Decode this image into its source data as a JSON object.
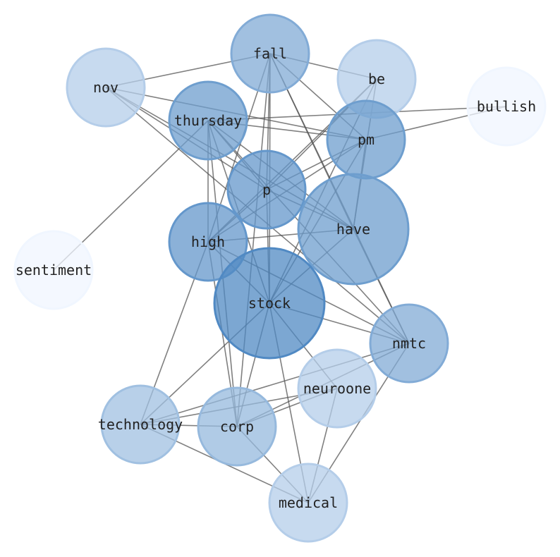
{
  "chart_data": {
    "type": "network",
    "title": "",
    "nodes": [
      {
        "id": "fall",
        "label": "fall",
        "weight": 0.55
      },
      {
        "id": "be",
        "label": "be",
        "weight": 0.3
      },
      {
        "id": "nov",
        "label": "nov",
        "weight": 0.3
      },
      {
        "id": "bullish",
        "label": "bullish",
        "weight": 0.0
      },
      {
        "id": "thursday",
        "label": "thursday",
        "weight": 0.65
      },
      {
        "id": "pm",
        "label": "pm",
        "weight": 0.65
      },
      {
        "id": "p",
        "label": "p",
        "weight": 0.7
      },
      {
        "id": "have",
        "label": "have",
        "weight": 0.65
      },
      {
        "id": "high",
        "label": "high",
        "weight": 0.7
      },
      {
        "id": "sentiment",
        "label": "sentiment",
        "weight": 0.0
      },
      {
        "id": "stock",
        "label": "stock",
        "weight": 0.8
      },
      {
        "id": "nmtc",
        "label": "nmtc",
        "weight": 0.55
      },
      {
        "id": "neuroone",
        "label": "neuroone",
        "weight": 0.3
      },
      {
        "id": "technology",
        "label": "technology",
        "weight": 0.4
      },
      {
        "id": "corp",
        "label": "corp",
        "weight": 0.45
      },
      {
        "id": "medical",
        "label": "medical",
        "weight": 0.3
      }
    ],
    "edges": [
      [
        "fall",
        "nov"
      ],
      [
        "fall",
        "be"
      ],
      [
        "fall",
        "high"
      ],
      [
        "fall",
        "corp"
      ],
      [
        "fall",
        "stock"
      ],
      [
        "fall",
        "p"
      ],
      [
        "fall",
        "have"
      ],
      [
        "fall",
        "pm"
      ],
      [
        "fall",
        "nmtc"
      ],
      [
        "be",
        "p"
      ],
      [
        "be",
        "high"
      ],
      [
        "be",
        "have"
      ],
      [
        "be",
        "stock"
      ],
      [
        "nov",
        "pm"
      ],
      [
        "nov",
        "have"
      ],
      [
        "nov",
        "p"
      ],
      [
        "nov",
        "nmtc"
      ],
      [
        "bullish",
        "thursday"
      ],
      [
        "bullish",
        "pm"
      ],
      [
        "thursday",
        "sentiment"
      ],
      [
        "thursday",
        "pm"
      ],
      [
        "thursday",
        "high"
      ],
      [
        "thursday",
        "p"
      ],
      [
        "thursday",
        "have"
      ],
      [
        "thursday",
        "stock"
      ],
      [
        "thursday",
        "nmtc"
      ],
      [
        "thursday",
        "corp"
      ],
      [
        "pm",
        "p"
      ],
      [
        "pm",
        "high"
      ],
      [
        "pm",
        "stock"
      ],
      [
        "pm",
        "have"
      ],
      [
        "p",
        "high"
      ],
      [
        "p",
        "stock"
      ],
      [
        "p",
        "have"
      ],
      [
        "have",
        "high"
      ],
      [
        "have",
        "stock"
      ],
      [
        "have",
        "nmtc"
      ],
      [
        "high",
        "stock"
      ],
      [
        "high",
        "nmtc"
      ],
      [
        "high",
        "corp"
      ],
      [
        "high",
        "technology"
      ],
      [
        "stock",
        "nmtc"
      ],
      [
        "stock",
        "neuroone"
      ],
      [
        "stock",
        "technology"
      ],
      [
        "stock",
        "corp"
      ],
      [
        "stock",
        "medical"
      ],
      [
        "nmtc",
        "technology"
      ],
      [
        "nmtc",
        "corp"
      ],
      [
        "nmtc",
        "medical"
      ],
      [
        "neuroone",
        "technology"
      ],
      [
        "neuroone",
        "corp"
      ],
      [
        "neuroone",
        "medical"
      ],
      [
        "technology",
        "corp"
      ],
      [
        "technology",
        "medical"
      ],
      [
        "corp",
        "medical"
      ]
    ],
    "colors": {
      "edge": "#555555",
      "label": "#222222"
    }
  }
}
